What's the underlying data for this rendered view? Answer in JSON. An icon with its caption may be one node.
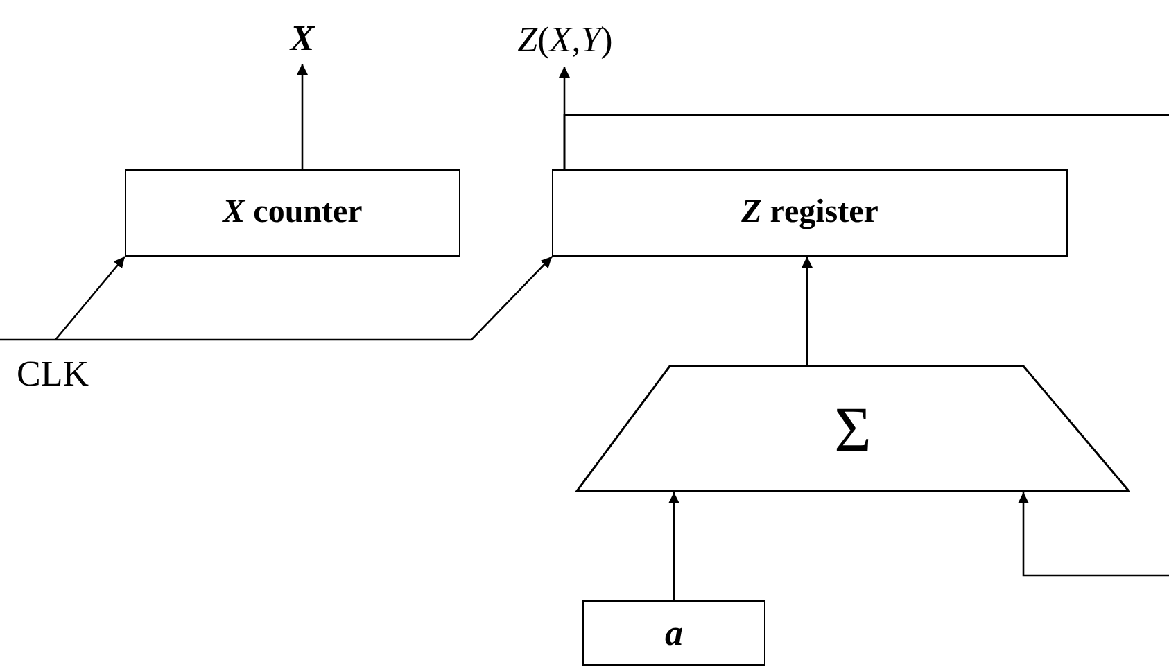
{
  "diagram": {
    "nodes": [
      {
        "text": [
          "X"
        ]
      },
      {
        "text": [
          "*X* counter"
        ]
      },
      {
        "text": [
          "*Z*(*X*,*Y*)"
        ]
      },
      {
        "text": [
          "*Z* register"
        ]
      },
      {
        "text": [
          "Σ"
        ]
      },
      {
        "text": [
          "a"
        ]
      },
      {
        "text": [
          "CLK"
        ]
      }
    ],
    "edges": [
      {
        "from": 1,
        "to": 0,
        "arrow": "to"
      },
      {
        "from": 3,
        "to": 2,
        "arrow": "to"
      },
      {
        "from": 3,
        "to": null,
        "arrow": "none"
      },
      {
        "from": 4,
        "to": 3,
        "arrow": "to"
      },
      {
        "from": 5,
        "to": 4,
        "arrow": "to"
      },
      {
        "from": null,
        "to": 4,
        "arrow": "to"
      },
      {
        "from": 6,
        "to": 1,
        "arrow": "to"
      },
      {
        "from": 6,
        "to": 3,
        "arrow": "to"
      }
    ]
  }
}
